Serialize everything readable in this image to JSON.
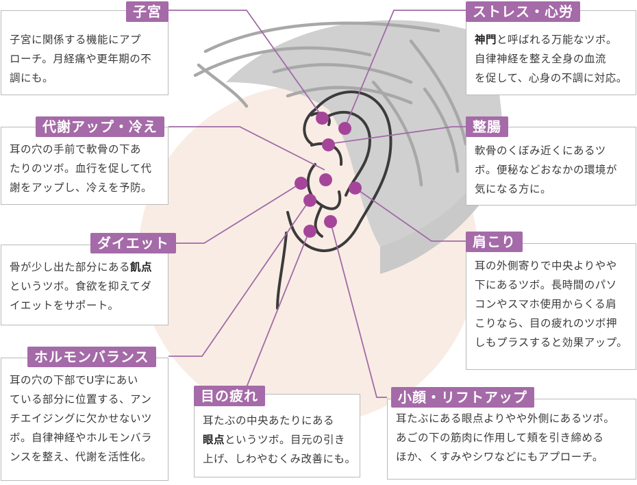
{
  "colors": {
    "accent": "#a56aa8",
    "point": "#a5459a",
    "leader": "#a06aa6",
    "hair": "#b8b8b8",
    "bg_circle": "#f9ece4"
  },
  "labels": [
    {
      "id": "shikyu",
      "title": "子宮",
      "lines": [
        [
          "子宮に関係する機能にアプ"
        ],
        [
          "ローチ。月経痛や更年期の不"
        ],
        [
          "調にも。"
        ]
      ]
    },
    {
      "id": "taisha",
      "title": "代謝アップ・冷え",
      "lines": [
        [
          "耳の穴の手前で軟骨の下あ"
        ],
        [
          "たりのツボ。血行を促して代"
        ],
        [
          "謝をアップし、冷えを予防。"
        ]
      ]
    },
    {
      "id": "diet",
      "title": "ダイエット",
      "lines": [
        [
          "骨が少し出た部分にある",
          {
            "b": "飢点"
          }
        ],
        [
          "というツボ。食欲を抑えてダ"
        ],
        [
          "イエットをサポート。"
        ]
      ]
    },
    {
      "id": "hormone",
      "title": "ホルモンバランス",
      "lines": [
        [
          "耳の穴の下部でU字にあい"
        ],
        [
          "ている部分に位置する、アン"
        ],
        [
          "チエイジングに欠かせないツ"
        ],
        [
          "ボ。自律神経やホルモンバラ"
        ],
        [
          "ンスを整え、代謝を活性化。"
        ]
      ]
    },
    {
      "id": "me",
      "title": "目の疲れ",
      "lines": [
        [
          "耳たぶの中央あたりにある"
        ],
        [
          {
            "b": "眼点"
          },
          "というツボ。目元の引き"
        ],
        [
          "上げ、しわやむくみ改善にも。"
        ]
      ]
    },
    {
      "id": "kogao",
      "title": "小顔・リフトアップ",
      "lines": [
        [
          "耳たぶにある眼点よりやや外側にあるツボ。"
        ],
        [
          "あごの下の筋肉に作用して頬を引き締める"
        ],
        [
          "ほか、くすみやシワなどにもアプローチ。"
        ]
      ]
    },
    {
      "id": "stress",
      "title": "ストレス・心労",
      "lines": [
        [
          {
            "b": "神門"
          },
          "と呼ばれる万能なツボ。"
        ],
        [
          "自律神経を整え全身の血流"
        ],
        [
          "を促して、心身の不調に対応。"
        ]
      ]
    },
    {
      "id": "seicho",
      "title": "整腸",
      "lines": [
        [
          "軟骨のくぼみ近くにあるツ"
        ],
        [
          "ボ。便秘などおなかの環境が"
        ],
        [
          "気になる方に。"
        ]
      ]
    },
    {
      "id": "katakori",
      "title": "肩こり",
      "lines": [
        [
          "耳の外側寄りで中央よりやや"
        ],
        [
          "下にあるツボ。長時間のパソ"
        ],
        [
          "コンやスマホ使用からくる肩"
        ],
        [
          "こりなら、目の疲れのツボ押"
        ],
        [
          "しもプラスすると効果アップ。"
        ]
      ]
    }
  ]
}
